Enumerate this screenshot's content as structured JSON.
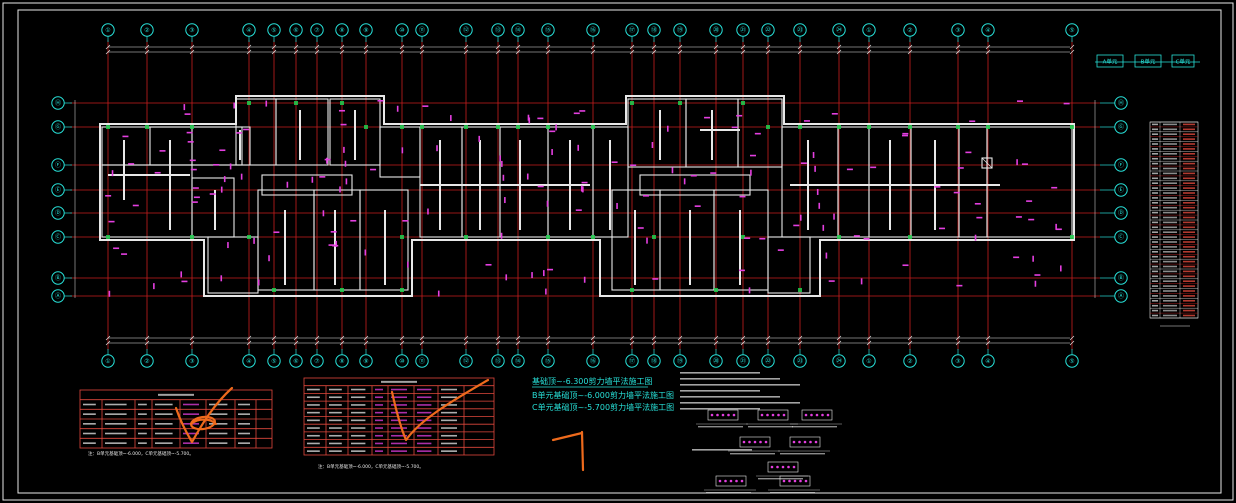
{
  "drawing": {
    "axes_top": [
      "①",
      "②",
      "③",
      "④",
      "⑤",
      "⑥",
      "⑦",
      "⑧",
      "⑨",
      "⑩",
      "⑪",
      "⑫",
      "⑬",
      "⑭",
      "⑮",
      "⑯",
      "⑰",
      "⑱",
      "⑲",
      "⑳",
      "㉑",
      "㉒",
      "㉓",
      "㉔"
    ],
    "axes_left": [
      "Ⓗ",
      "Ⓖ",
      "Ⓕ",
      "Ⓔ",
      "Ⓓ",
      "Ⓒ",
      "Ⓑ",
      "Ⓐ"
    ],
    "plan_title_1": "基础顶~-6.300剪力墙平法施工图",
    "plan_title_2": "B单元基础顶~-6.000剪力墙平法施工图",
    "plan_title_3": "C单元基础顶~-5.700剪力墙平法施工图",
    "legend_boxes": [
      "A单元",
      "B单元",
      "C单元"
    ],
    "note_left": "注：B单元基础顶~-6.000，C单元基础顶~-5.700。",
    "note_mid": "注：B单元基础顶~-6.000，C单元基础顶~-5.700。"
  },
  "colors": {
    "background": "#000000",
    "axis": "#27e0d8",
    "grid": "#c81e1e",
    "wall": "#e8e8e8",
    "rebar_tag": "#e43fe0",
    "hatch": "#1fd04f",
    "markup": "#ee6a1c"
  }
}
